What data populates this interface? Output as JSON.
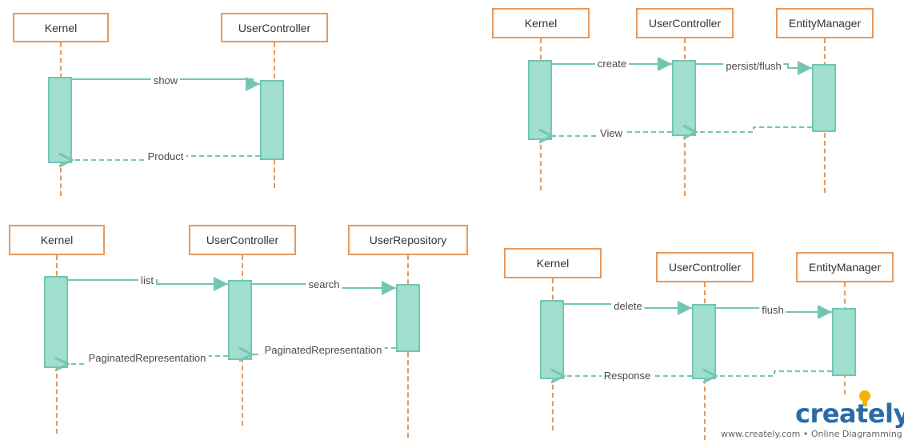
{
  "diagrams": [
    {
      "participants": [
        "Kernel",
        "UserController"
      ],
      "messages": [
        {
          "label": "show",
          "kind": "call"
        },
        {
          "label": "Product",
          "kind": "return"
        }
      ]
    },
    {
      "participants": [
        "Kernel",
        "UserController",
        "EntityManager"
      ],
      "messages": [
        {
          "label": "create",
          "kind": "call"
        },
        {
          "label": "persist/flush",
          "kind": "call"
        },
        {
          "label": "",
          "kind": "return"
        },
        {
          "label": "View",
          "kind": "return"
        }
      ]
    },
    {
      "participants": [
        "Kernel",
        "UserController",
        "UserRepository"
      ],
      "messages": [
        {
          "label": "list",
          "kind": "call"
        },
        {
          "label": "search",
          "kind": "call"
        },
        {
          "label": "PaginatedRepresentation",
          "kind": "return"
        },
        {
          "label": "PaginatedRepresentation",
          "kind": "return"
        }
      ]
    },
    {
      "participants": [
        "Kernel",
        "UserController",
        "EntityManager"
      ],
      "messages": [
        {
          "label": "delete",
          "kind": "call"
        },
        {
          "label": "flush",
          "kind": "call"
        },
        {
          "label": "",
          "kind": "return"
        },
        {
          "label": "Response",
          "kind": "return"
        }
      ]
    }
  ],
  "brand": {
    "logo": "creately",
    "tagline": "www.creately.com • Online Diagramming"
  },
  "colors": {
    "participant_border": "#e8995a",
    "lifeline": "#e8995a",
    "activation_fill": "#a0dfd0",
    "message": "#73c6b2",
    "logo": "#2a6ba8",
    "logo_accent": "#f5b400"
  }
}
